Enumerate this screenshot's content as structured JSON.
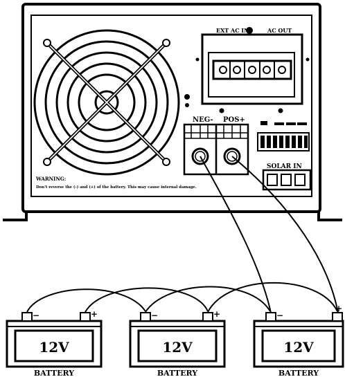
{
  "panel": {
    "top_labels": {
      "ext_ac_in": "EXT AC IN",
      "ac_out": "AC OUT"
    },
    "neg_label": "NEG-",
    "pos_label": "POS+",
    "solar_in_label": "SOLAR IN",
    "warning_title": "WARNING:",
    "warning_text": "Don't reverse the (-) and (+) of the battery. This may cause internal damage."
  },
  "batteries": [
    {
      "voltage": "12V",
      "label": "BATTERY",
      "neg_symbol": "−",
      "pos_symbol": "+"
    },
    {
      "voltage": "12V",
      "label": "BATTERY",
      "neg_symbol": "−",
      "pos_symbol": "+"
    },
    {
      "voltage": "12V",
      "label": "BATTERY",
      "neg_symbol": "−",
      "pos_symbol": "+"
    }
  ],
  "colors": {
    "ink": "#000000",
    "paper": "#ffffff"
  }
}
